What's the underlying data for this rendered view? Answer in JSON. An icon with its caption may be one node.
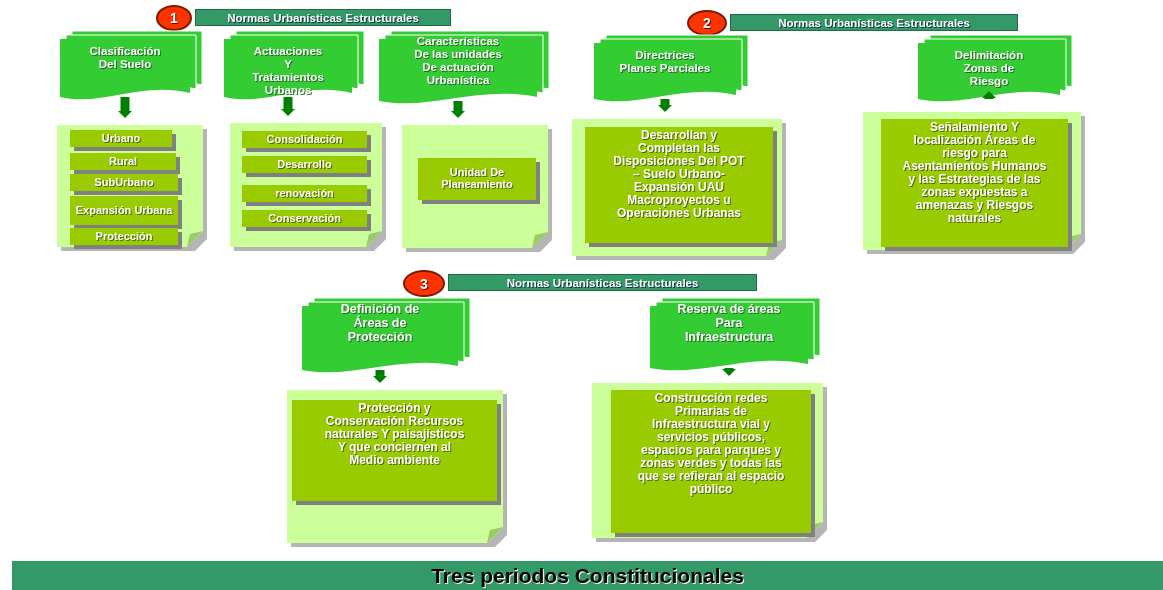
{
  "diagram": {
    "caption": "Tres periodos Constitucionales",
    "nodes": [
      {
        "text": [
          "1"
        ]
      },
      {
        "text": [
          "Normas Urbanísticas Estructurales"
        ]
      },
      {
        "text": [
          "Clasificación Del Suelo"
        ]
      },
      {
        "text": [],
        "shape": "box"
      },
      {
        "text": [
          "Urbano"
        ],
        "in": 3
      },
      {
        "text": [
          "Rural"
        ],
        "in": 3
      },
      {
        "text": [
          "SubUrbano"
        ],
        "in": 3
      },
      {
        "text": [
          "Expansión Urbana"
        ],
        "in": 3
      },
      {
        "text": [
          "Protección"
        ],
        "in": 3
      },
      {
        "text": [
          "Actuaciones Y Tratamientos Urbanos"
        ]
      },
      {
        "text": [],
        "shape": "box"
      },
      {
        "text": [
          "Consolidación"
        ],
        "in": 10
      },
      {
        "text": [
          "Desarrollo"
        ],
        "in": 10
      },
      {
        "text": [
          "renovación"
        ],
        "in": 10
      },
      {
        "text": [
          "Conservación"
        ],
        "in": 10
      },
      {
        "text": [
          "Características De las unidades De actuación Urbanística"
        ]
      },
      {
        "text": [],
        "shape": "box"
      },
      {
        "text": [
          "Unidad De Planeamiento"
        ],
        "in": 16
      },
      {
        "text": [
          "2"
        ]
      },
      {
        "text": [
          "Normas Urbanísticas Estructurales"
        ]
      },
      {
        "text": [
          "Directrices Planes Parciales"
        ]
      },
      {
        "text": [],
        "shape": "box"
      },
      {
        "text": [
          "Desarrollan y Completan las Disposiciones Del POT – Suelo Urbano-Expansión UAU Macroproyectos u Operaciones Urbanas"
        ],
        "in": 21
      },
      {
        "text": [
          "Delimitación Zonas de Riesgo"
        ]
      },
      {
        "text": [],
        "shape": "box"
      },
      {
        "text": [
          "Señalamiento Y localización Áreas de riesgo para Asentamientos Humanos y las Estrategias de las zonas expuestas a amenazas y Riesgos naturales"
        ],
        "in": 24
      },
      {
        "text": [
          "3"
        ]
      },
      {
        "text": [
          "Normas Urbanísticas Estructurales"
        ]
      },
      {
        "text": [
          "Definición de Áreas de Protección"
        ]
      },
      {
        "text": [],
        "shape": "box"
      },
      {
        "text": [
          "Protección y Conservación Recursos naturales Y paisajísticos Y que conciernen al Medio ambiente"
        ],
        "in": 29
      },
      {
        "text": [
          "Reserva de áreas Para Infraestructura"
        ]
      },
      {
        "text": [],
        "shape": "box"
      },
      {
        "text": [
          "Construcción redes Primarias de Infraestructura vial y servicios públicos, espacios para parques y zonas verdes y todas las que se refieran al espacio público"
        ],
        "in": 32
      }
    ],
    "edges": [
      {
        "from": 2,
        "to": 3,
        "arrow": "to"
      },
      {
        "from": 9,
        "to": 10,
        "arrow": "to"
      },
      {
        "from": 15,
        "to": 16,
        "arrow": "to"
      },
      {
        "from": 20,
        "to": 21,
        "arrow": "to"
      },
      {
        "from": 23,
        "to": 24,
        "arrow": "to"
      },
      {
        "from": 28,
        "to": 29,
        "arrow": "to"
      },
      {
        "from": 31,
        "to": 32,
        "arrow": "to"
      }
    ]
  }
}
